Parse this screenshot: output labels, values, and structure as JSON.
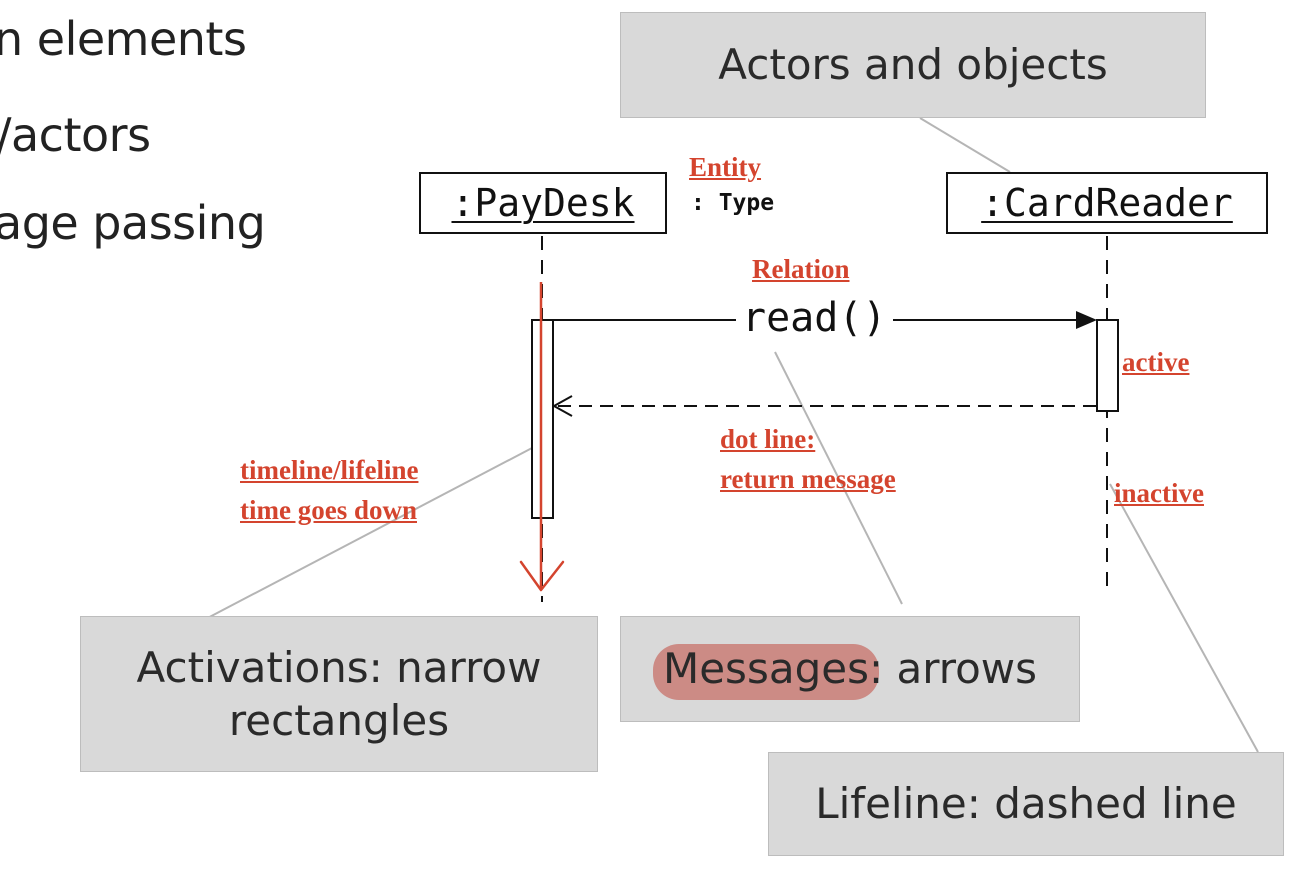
{
  "bullets": [
    "n elements",
    "/actors",
    "age passing"
  ],
  "callouts": {
    "actors_objects": "Actors and objects",
    "activations": "Activations: narrow rectangles",
    "messages_word": "Messages",
    "messages_rest": ": arrows",
    "lifeline": "Lifeline: dashed line"
  },
  "objects": {
    "paydesk": ":PayDesk",
    "cardreader": ":CardReader"
  },
  "message": {
    "label": "read()"
  },
  "type_label": ": Type",
  "annotations": {
    "entity": "Entity",
    "relation": "Relation",
    "active": "active",
    "inactive": "inactive",
    "dot_line": "dot line:",
    "return_message": "return message",
    "timeline": "timeline/lifeline",
    "time_goes_down": "time goes down"
  },
  "colors": {
    "annotation": "#d4442e",
    "callout_fill": "#d9d9d9",
    "highlight": "#c97d76"
  }
}
